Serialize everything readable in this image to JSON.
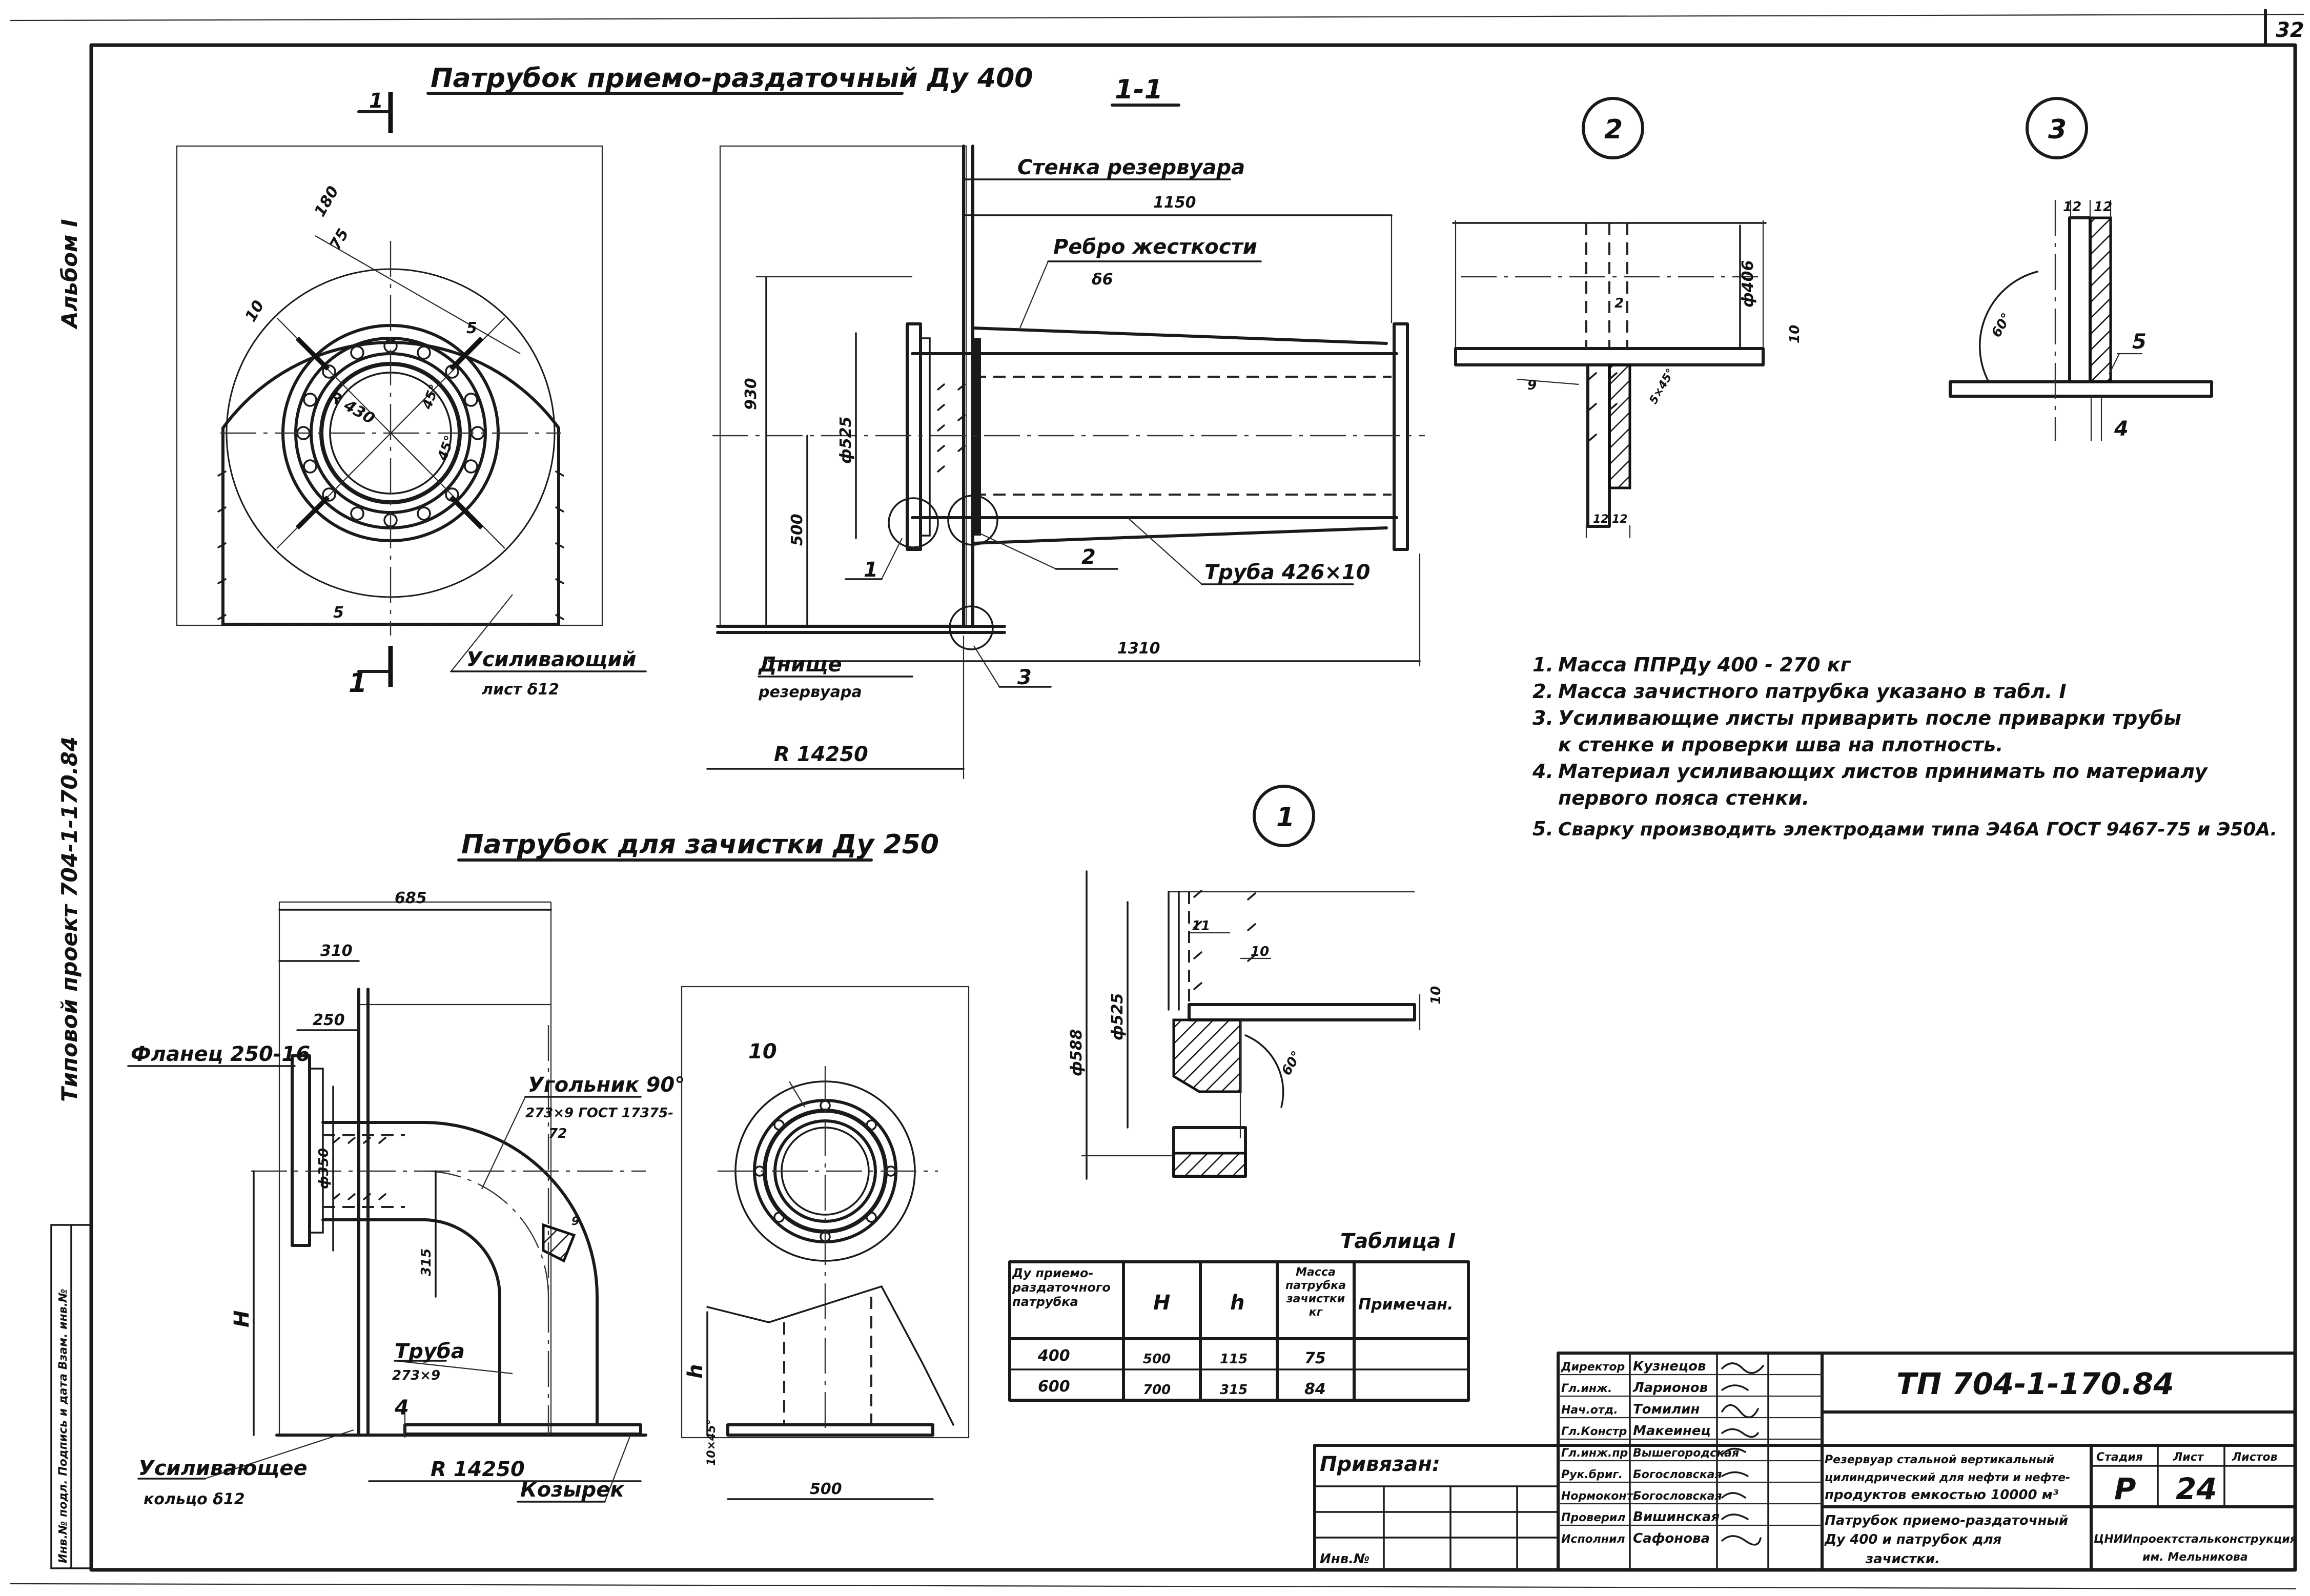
{
  "sheet_number": "32",
  "side_labels": {
    "album": "Альбом I",
    "project": "Типовой проект 704-1-170.84",
    "stub_box": "Инв.№ подл.  Подпись и дата  Взам. инв.№"
  },
  "titles": {
    "main_view": "Патрубок приемо-раздаточный Ду 400",
    "section": "1-1",
    "cleaning_view": "Патрубок для зачистки Ду 250"
  },
  "callouts": {
    "detail_2": "2",
    "detail_3": "3",
    "detail_1": "1"
  },
  "view_main": {
    "cut_mark_top": "1",
    "cut_mark_bottom": "1",
    "dim_180": "180",
    "dim_75": "75",
    "dim_10": "10",
    "dim_5": "5",
    "radius": "R 430",
    "angle_a": "45°",
    "angle_b": "45°",
    "dim_s": "5",
    "reinforcing_label_1": "Усиливающий",
    "reinforcing_label_2": "лист δ12"
  },
  "section_1_1": {
    "wall_label": "Стенка резервуара",
    "dim_1150": "1150",
    "rib_label_1": "Ребро жесткости",
    "rib_label_2": "δ6",
    "dim_930": "930",
    "dim_phi525": "ф525",
    "dim_500": "500",
    "pos_1": "1",
    "pos_2": "2",
    "pos_3": "3",
    "pipe_label": "Труба 426×10",
    "dim_1310": "1310",
    "bottom_label_1": "Днище",
    "bottom_label_2": "резервуара",
    "radius": "R 14250"
  },
  "detail_2": {
    "dim_phi406": "ф406",
    "dim_10": "10",
    "dim_2": "2",
    "dim_9": "9",
    "dim_5x45": "5×45°",
    "dim_12a": "12",
    "dim_12b": "12"
  },
  "detail_3": {
    "dim_12a": "12",
    "dim_12b": "12",
    "angle": "60°",
    "pos_5": "5",
    "dim_4": "4"
  },
  "detail_1": {
    "dim_11": "11",
    "dim_10a": "10",
    "dim_10b": "10",
    "dim_phi525": "ф525",
    "dim_phi588": "ф588",
    "angle": "60°"
  },
  "notes": [
    {
      "num": "1.",
      "text": "Масса ППРДу 400 - 270 кг"
    },
    {
      "num": "2.",
      "text": "Масса зачистного патрубка указано в табл. I"
    },
    {
      "num": "3.",
      "text": "Усиливающие листы приварить после приварки трубы"
    },
    {
      "num": "",
      "text": "к стенке и проверки шва на плотность."
    },
    {
      "num": "4.",
      "text": "Материал усиливающих листов принимать по материалу"
    },
    {
      "num": "",
      "text": "первого пояса стенки."
    },
    {
      "num": "5.",
      "text": "Сварку производить электродами типа Э46А ГОСТ 9467-75 и Э50А."
    }
  ],
  "cleaning_view": {
    "dim_685": "685",
    "dim_310": "310",
    "dim_250": "250",
    "flange_label": "Фланец 250-16",
    "elbow_label_1": "Угольник 90°",
    "elbow_label_2": "273×9 ГОСТ 17375-",
    "elbow_label_3": "72",
    "dim_phi350": "ф350",
    "dim_315": "315",
    "dim_H": "H",
    "dim_4": "4",
    "pipe_label_1": "Труба",
    "pipe_label_2": "273×9",
    "radius": "R 14250",
    "ring_label_1": "Усиливающее",
    "ring_label_2": "кольцо δ12",
    "visor_label": "Козырек",
    "dim_9": "9",
    "side_dim_10": "10",
    "side_dim_h": "h",
    "side_dim_10x45": "10×45°",
    "side_dim_500": "500"
  },
  "table": {
    "title": "Таблица I",
    "headers": [
      "Ду приемо-раздаточного патрубка",
      "H",
      "h",
      "Масса патрубка зачистки кг",
      "Примечан."
    ],
    "rows": [
      [
        "400",
        "500",
        "115",
        "75",
        ""
      ],
      [
        "600",
        "700",
        "315",
        "84",
        ""
      ]
    ]
  },
  "title_block": {
    "code": "ТП 704-1-170.84",
    "binding_label": "Привязан:",
    "inv_label": "Инв.№",
    "roles": [
      "Директор",
      "Гл.инж.",
      "Нач.отд.",
      "Гл.Констр",
      "Гл.инж.пр",
      "Рук.бриг.",
      "Нормоконт",
      "Проверил",
      "Исполнил"
    ],
    "names": [
      "Кузнецов",
      "Ларионов",
      "Томилин",
      "Макеинец",
      "Вышегородская",
      "Богословская",
      "Богословская",
      "Вишинская",
      "Сафонова"
    ],
    "object_1": "Резервуар стальной вертикальный",
    "object_2": "цилиндрический для нефти и нефте-",
    "object_3": "продуктов емкостью 10000 м³",
    "sheet_title_1": "Патрубок приемо-раздаточный",
    "sheet_title_2": "Ду 400 и патрубок для",
    "sheet_title_3": "зачистки.",
    "stage_label": "Стадия",
    "sheet_label": "Лист",
    "sheets_label": "Листов",
    "stage_value": "Р",
    "sheet_value": "24",
    "org_1": "ЦНИИпроектстальконструкция",
    "org_2": "им. Мельникова"
  }
}
